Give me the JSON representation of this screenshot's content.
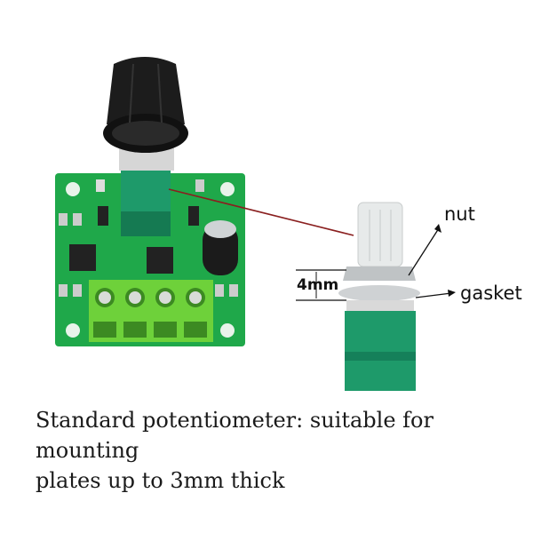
{
  "image": {
    "subject": "PWM DC motor speed controller board with potentiometer",
    "colors": {
      "pcb_green": "#1fa84a",
      "terminal_green": "#6ed13a",
      "pot_green": "#1e9a6a",
      "knob_black": "#1c1c1c",
      "pointer_line": "#8a1f1f"
    }
  },
  "annotations": {
    "nut_label": "nut",
    "gasket_label": "gasket",
    "dimension_label": "4mm"
  },
  "caption": {
    "line1": "Standard potentiometer: suitable for mounting",
    "line2": "plates up to 3mm thick"
  }
}
